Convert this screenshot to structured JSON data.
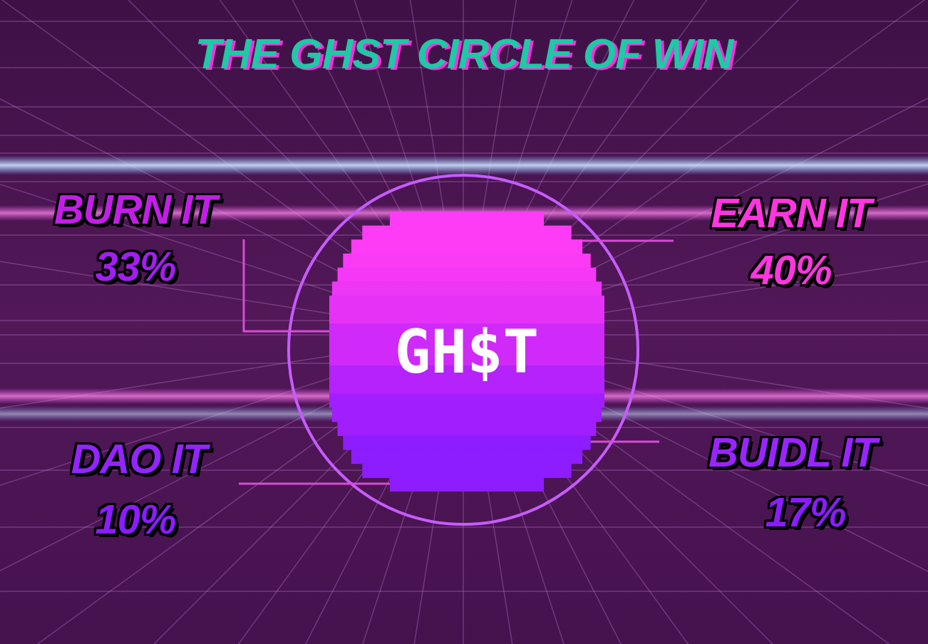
{
  "diagram": {
    "title": "THE GHST CIRCLE OF WIN",
    "nodes": [
      {
        "text": [
          "GH$T"
        ]
      }
    ],
    "labels": [
      "BURN IT",
      "33%",
      "EARN IT",
      "40%",
      "DAO IT",
      "10%",
      "BUIDL IT",
      "17%"
    ]
  }
}
